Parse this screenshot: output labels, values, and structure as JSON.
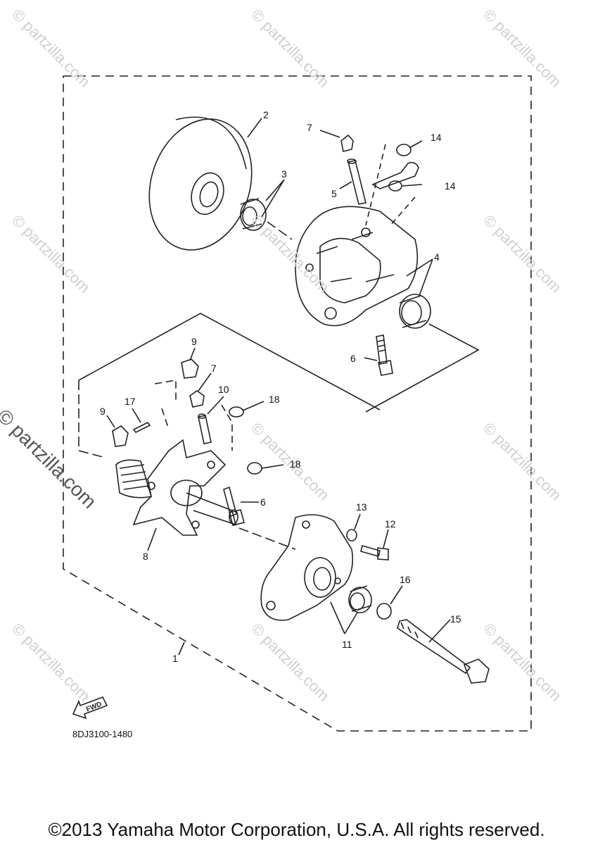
{
  "watermark": {
    "text": "© partzilla.com"
  },
  "callouts": [
    {
      "id": "c2",
      "label": "2"
    },
    {
      "id": "c3",
      "label": "3"
    },
    {
      "id": "c7a",
      "label": "7"
    },
    {
      "id": "c14a",
      "label": "14"
    },
    {
      "id": "c14b",
      "label": "14"
    },
    {
      "id": "c5",
      "label": "5"
    },
    {
      "id": "c4",
      "label": "4"
    },
    {
      "id": "c6a",
      "label": "6"
    },
    {
      "id": "c9a",
      "label": "9"
    },
    {
      "id": "c7b",
      "label": "7"
    },
    {
      "id": "c10",
      "label": "10"
    },
    {
      "id": "c18a",
      "label": "18"
    },
    {
      "id": "c17",
      "label": "17"
    },
    {
      "id": "c9b",
      "label": "9"
    },
    {
      "id": "c18b",
      "label": "18"
    },
    {
      "id": "c6b",
      "label": "6"
    },
    {
      "id": "c8",
      "label": "8"
    },
    {
      "id": "c13",
      "label": "13"
    },
    {
      "id": "c12",
      "label": "12"
    },
    {
      "id": "c16",
      "label": "16"
    },
    {
      "id": "c15",
      "label": "15"
    },
    {
      "id": "c11",
      "label": "11"
    },
    {
      "id": "c1",
      "label": "1"
    }
  ],
  "fwd_label": "FWD",
  "part_code": "8DJ3100-1480",
  "copyright": "©2013 Yamaha Motor Corporation, U.S.A. All rights reserved."
}
